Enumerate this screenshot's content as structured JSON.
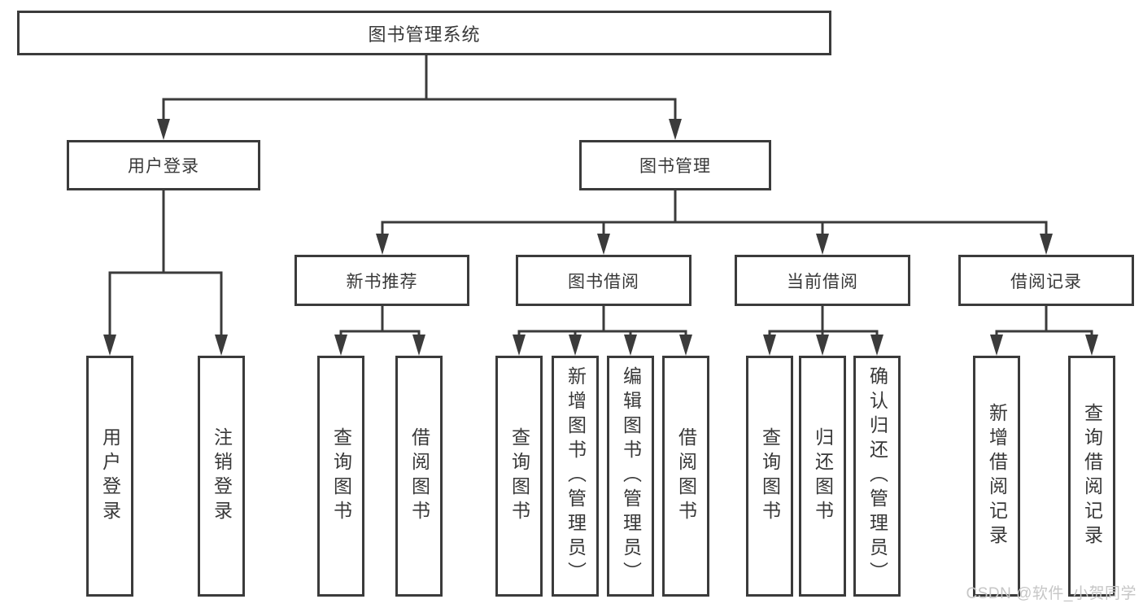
{
  "diagram": {
    "type": "hierarchy-tree",
    "colors": {
      "line": "#3b3b3b",
      "box_border": "#3b3b3b",
      "text": "#383838",
      "background": "#ffffff",
      "watermark": "#c6c6c6"
    },
    "root": {
      "label": "图书管理系统"
    },
    "branches": [
      {
        "label": "用户登录",
        "children": [
          "用户登录",
          "注销登录"
        ]
      },
      {
        "label": "图书管理",
        "sections": [
          {
            "label": "新书推荐",
            "children": [
              "查询图书",
              "借阅图书"
            ]
          },
          {
            "label": "图书借阅",
            "children": [
              "查询图书",
              "新增图书（管理员）",
              "编辑图书（管理员）",
              "借阅图书"
            ]
          },
          {
            "label": "当前借阅",
            "children": [
              "查询图书",
              "归还图书",
              "确认归还（管理员）"
            ]
          },
          {
            "label": "借阅记录",
            "children": [
              "新增借阅记录",
              "查询借阅记录"
            ]
          }
        ]
      }
    ],
    "watermark": "CSDN @软件_小贺同学"
  }
}
